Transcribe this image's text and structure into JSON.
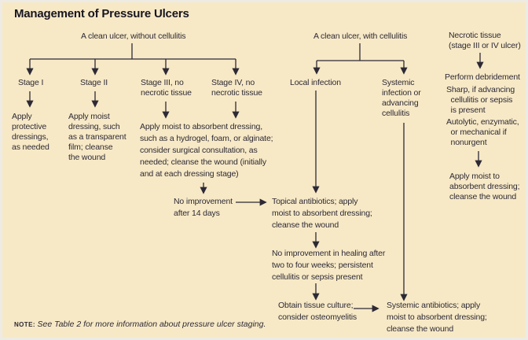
{
  "title": "Management of Pressure Ulcers",
  "colors": {
    "background": "#f7e9c6",
    "border": "#edebe4",
    "text": "#2d2a35",
    "title_text": "#17151f",
    "line": "#2d2a35"
  },
  "nodes": {
    "clean_without": "A clean ulcer, without cellulitis",
    "clean_with": "A clean ulcer, with cellulitis",
    "necrotic": "Necrotic tissue\n(stage III or IV ulcer)",
    "stage1": "Stage I",
    "stage2": "Stage II",
    "stage3": "Stage III, no\nnecrotic tissue",
    "stage4": "Stage IV, no\nnecrotic tissue",
    "local_infection": "Local infection",
    "systemic_infection": "Systemic\ninfection or\nadvancing\ncellulitis",
    "apply_protective": "Apply\nprotective\ndressings,\nas needed",
    "apply_moist_film": "Apply moist\ndressing, such\nas a transparent\nfilm; cleanse\nthe wound",
    "stage34_block": "Apply moist to absorbent dressing,\nsuch as a hydrogel, foam, or alginate;\nconsider surgical consultation, as\nneeded; cleanse the wound (initially\nand at each dressing stage)",
    "no_improvement_14": "No improvement\nafter 14 days",
    "topical_antibiotics": "Topical antibiotics; apply\nmoist to absorbent dressing;\ncleanse the wound",
    "no_improvement_healing": "No improvement in healing after\ntwo to four weeks; persistent\ncellulitis or sepsis present",
    "obtain_culture": "Obtain tissue culture;\nconsider osteomyelitis",
    "systemic_antibiotics": "Systemic antibiotics; apply\nmoist to absorbent dressing;\ncleanse the wound",
    "perform_debridement": "Perform debridement",
    "sharp_debridement": "Sharp, if advancing\n  cellulitis or sepsis\n  is present",
    "autolytic_debridement": "Autolytic, enzymatic,\n  or mechanical if\n  nonurgent",
    "apply_moist_right": "Apply moist to\nabsorbent dressing;\ncleanse the wound"
  },
  "note": {
    "label": "NOTE: ",
    "text": "See Table 2 for more information about pressure ulcer staging."
  }
}
